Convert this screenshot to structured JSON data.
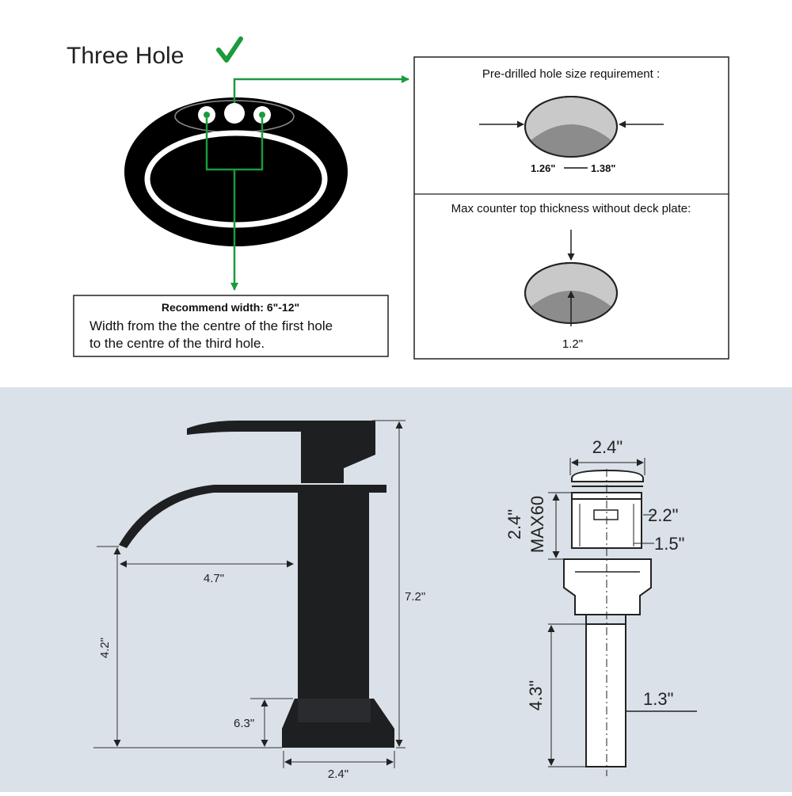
{
  "colors": {
    "green": "#1a9b3c",
    "lower_bg": "#dbe1e8",
    "faucet": "#1e1f21",
    "hole_gray": "#c9c9c9",
    "hole_dark": "#8c8c8c"
  },
  "three_hole": {
    "title": "Three Hole",
    "check_icon": "check-mark-icon"
  },
  "recommend_box": {
    "heading": "Recommend width: 6\"-12\"",
    "line1": "Width from the the centre of the first hole",
    "line2": "to the centre of the third hole."
  },
  "hole_size_panel": {
    "title": "Pre-drilled hole size requirement :",
    "range_min": "1.26\"",
    "range_max": "1.38\""
  },
  "thickness_panel": {
    "title": "Max counter top thickness without deck plate:",
    "value": "1.2\""
  },
  "faucet_dims": {
    "spout_reach": "4.7\"",
    "total_height": "7.2\"",
    "spout_height": "4.2\"",
    "base_height": "6.3\"",
    "base_width": "2.4\""
  },
  "drain_dims": {
    "cap_width": "2.4\"",
    "height_upper": "2.4\"",
    "max_label": "MAX60",
    "width_22": "2.2\"",
    "width_15": "1.5\"",
    "tail_height": "4.3\"",
    "tail_width": "1.3\""
  }
}
